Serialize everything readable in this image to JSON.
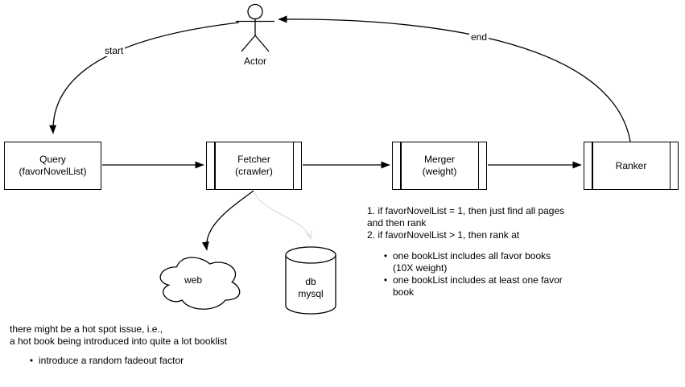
{
  "colors": {
    "stroke": "#000000",
    "background": "#ffffff",
    "secondary_arrow": "#dfdfdf"
  },
  "actor": {
    "label": "Actor"
  },
  "flow": {
    "start_label": "start",
    "end_label": "end"
  },
  "nodes": {
    "query": {
      "line1": "Query",
      "line2": "(favorNovelList)"
    },
    "fetcher": {
      "line1": "Fetcher",
      "line2": "(crawler)"
    },
    "merger": {
      "line1": "Merger",
      "line2": "(weight)"
    },
    "ranker": {
      "line1": "Ranker"
    }
  },
  "datasources": {
    "web": {
      "label": "web"
    },
    "db": {
      "line1": "db",
      "line2": "mysql"
    }
  },
  "notes": {
    "ranking": {
      "line1": "1. if favorNovelList = 1, then just find all pages",
      "line2": "and then rank",
      "line3": "2. if favorNovelList > 1, then rank at",
      "bullet_char": "•",
      "bullets": [
        {
          "line1": "one bookList includes all favor books",
          "line2": "(10X weight)"
        },
        {
          "line1": "one bookList includes at least one favor",
          "line2": "book"
        }
      ]
    },
    "hotspot": {
      "line1": "there might be a hot spot issue, i.e.,",
      "line2": "a hot book being introduced into quite a lot booklist",
      "bullet_char": "•",
      "bullet": "introduce a random fadeout factor"
    }
  }
}
